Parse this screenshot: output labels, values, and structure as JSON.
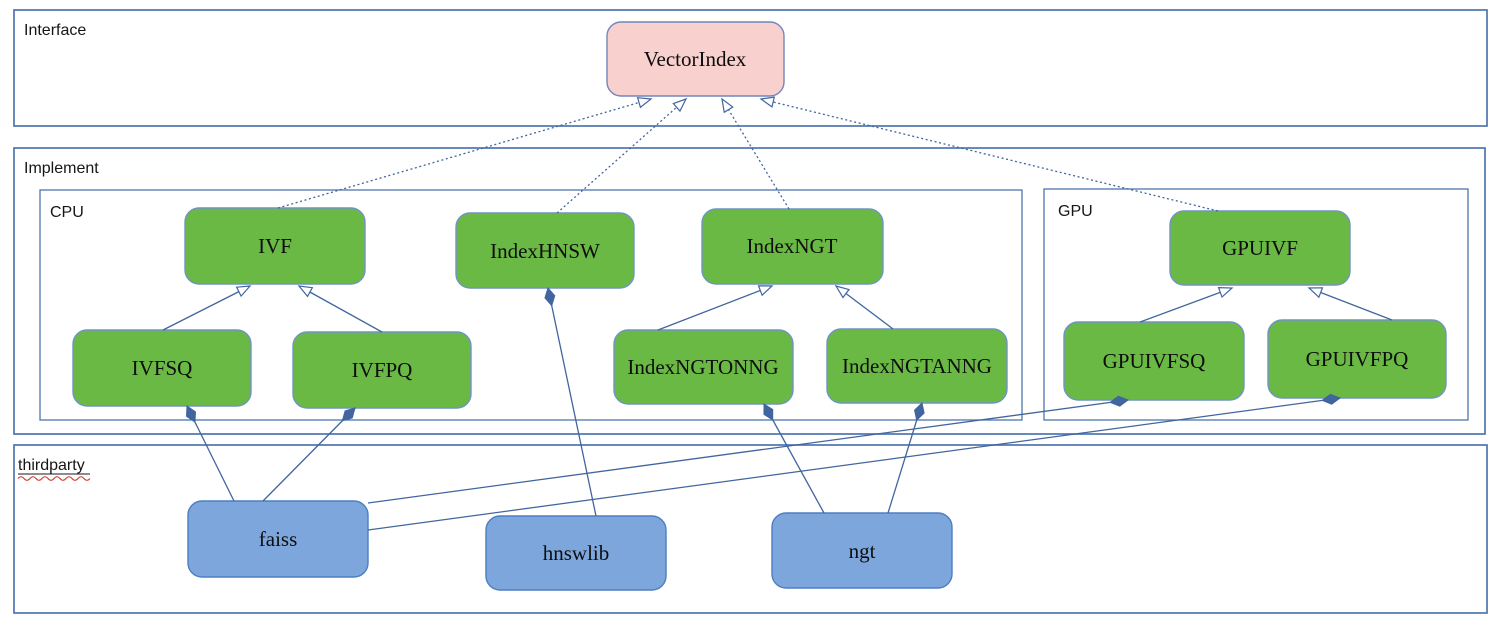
{
  "colors": {
    "green_fill": "#6ab944",
    "green_stroke": "#6f94c3",
    "blue_fill": "#7da7dc",
    "blue_stroke": "#4d7ebf",
    "pink_fill": "#f8d0cd",
    "pink_stroke": "#7286bd",
    "line_color": "#41659e",
    "container_stroke": "#4d76ae",
    "spellcheck_red": "#d03a2a"
  },
  "containers": {
    "interface": {
      "label": "Interface"
    },
    "implement": {
      "label": "Implement"
    },
    "cpu": {
      "label": "CPU"
    },
    "gpu": {
      "label": "GPU"
    },
    "thirdparty": {
      "label": "thirdparty"
    }
  },
  "nodes": {
    "vectorindex": {
      "label": "VectorIndex",
      "kind": "interface"
    },
    "ivf": {
      "label": "IVF",
      "kind": "cpu-implementation"
    },
    "indexhnsw": {
      "label": "IndexHNSW",
      "kind": "cpu-implementation"
    },
    "indexngt": {
      "label": "IndexNGT",
      "kind": "cpu-implementation"
    },
    "ivfsq": {
      "label": "IVFSQ",
      "kind": "cpu-implementation"
    },
    "ivfpq": {
      "label": "IVFPQ",
      "kind": "cpu-implementation"
    },
    "indexngtonng": {
      "label": "IndexNGTONNG",
      "kind": "cpu-implementation"
    },
    "indexngtanng": {
      "label": "IndexNGTANNG",
      "kind": "cpu-implementation"
    },
    "gpuivf": {
      "label": "GPUIVF",
      "kind": "gpu-implementation"
    },
    "gpuivfsq": {
      "label": "GPUIVFSQ",
      "kind": "gpu-implementation"
    },
    "gpuivfpq": {
      "label": "GPUIVFPQ",
      "kind": "gpu-implementation"
    },
    "faiss": {
      "label": "faiss",
      "kind": "thirdparty-library"
    },
    "hnswlib": {
      "label": "hnswlib",
      "kind": "thirdparty-library"
    },
    "ngt": {
      "label": "ngt",
      "kind": "thirdparty-library"
    }
  },
  "edges": [
    {
      "from": "IVF",
      "to": "VectorIndex",
      "type": "dashed-realization"
    },
    {
      "from": "IndexHNSW",
      "to": "VectorIndex",
      "type": "dashed-realization"
    },
    {
      "from": "IndexNGT",
      "to": "VectorIndex",
      "type": "dashed-realization"
    },
    {
      "from": "GPUIVF",
      "to": "VectorIndex",
      "type": "dashed-realization"
    },
    {
      "from": "IVFSQ",
      "to": "IVF",
      "type": "generalization"
    },
    {
      "from": "IVFPQ",
      "to": "IVF",
      "type": "generalization"
    },
    {
      "from": "IndexNGTONNG",
      "to": "IndexNGT",
      "type": "generalization"
    },
    {
      "from": "IndexNGTANNG",
      "to": "IndexNGT",
      "type": "generalization"
    },
    {
      "from": "GPUIVFSQ",
      "to": "GPUIVF",
      "type": "generalization"
    },
    {
      "from": "GPUIVFPQ",
      "to": "GPUIVF",
      "type": "generalization"
    },
    {
      "from": "faiss",
      "to": "IVFSQ",
      "type": "composition"
    },
    {
      "from": "faiss",
      "to": "IVFPQ",
      "type": "composition"
    },
    {
      "from": "faiss",
      "to": "GPUIVFSQ",
      "type": "composition"
    },
    {
      "from": "faiss",
      "to": "GPUIVFPQ",
      "type": "composition"
    },
    {
      "from": "hnswlib",
      "to": "IndexHNSW",
      "type": "composition"
    },
    {
      "from": "ngt",
      "to": "IndexNGTONNG",
      "type": "composition"
    },
    {
      "from": "ngt",
      "to": "IndexNGTANNG",
      "type": "composition"
    }
  ]
}
